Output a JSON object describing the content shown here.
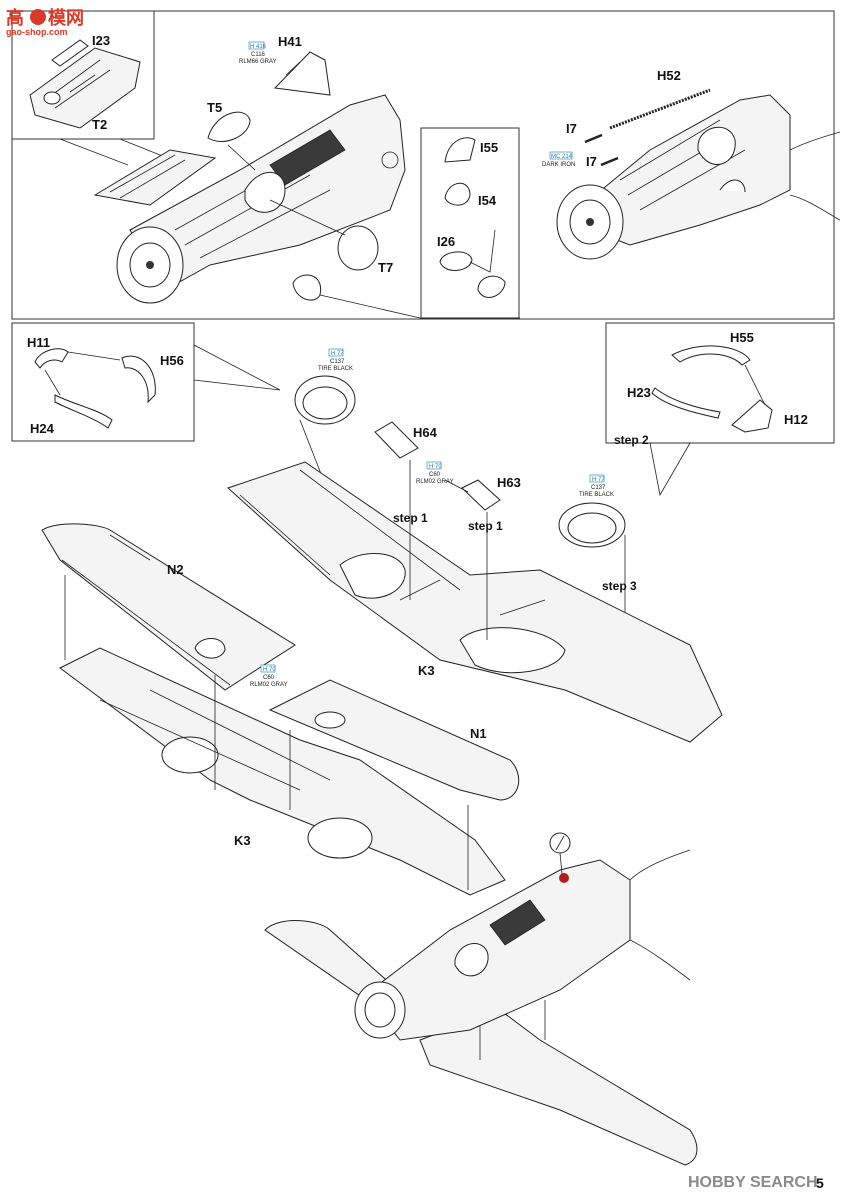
{
  "watermark": {
    "logo": "高",
    "text1": "模网",
    "text2": "gao-shop.com"
  },
  "top_left": {
    "part_a": "I23",
    "part_b": "T2"
  },
  "top_center": {
    "h41": "H41",
    "t5": "T5",
    "t7": "T7",
    "paint_h41": {
      "code1": "H 416",
      "code2": "C116",
      "name": "RLM66 GRAY"
    }
  },
  "top_mid_box": {
    "i55": "I55",
    "i54": "I54",
    "i26": "I26"
  },
  "top_right": {
    "h52": "H52",
    "i7a": "I7",
    "i7b": "I7",
    "paint_i7": {
      "code": "MC 214",
      "name": "DARK IRON"
    }
  },
  "mid_left_box": {
    "h11": "H11",
    "h56": "H56",
    "h24": "H24"
  },
  "mid_right_box": {
    "h55": "H55",
    "h23": "H23",
    "h12": "H12",
    "step2": "step 2"
  },
  "tire_paint_a": {
    "code1": "H 77",
    "code2": "C137",
    "name": "TIRE BLACK"
  },
  "tire_paint_b": {
    "code1": "H 77",
    "code2": "C137",
    "name": "TIRE BLACK"
  },
  "wing_upper_right": {
    "h64": "H64",
    "h63": "H63",
    "step1a": "step 1",
    "step1b": "step 1",
    "step3": "step 3",
    "k3": "K3",
    "paint_h64": {
      "code1": "H 70",
      "code2": "C60",
      "name": "RLM02 GRAY"
    }
  },
  "wing_lower_left": {
    "n2": "N2",
    "n1": "N1",
    "k3": "K3",
    "paint_n2": {
      "code1": "H 70",
      "code2": "C60",
      "name": "RLM02 GRAY"
    }
  },
  "footer": {
    "brand": "HOBBY SEARCH",
    "page": "5"
  }
}
